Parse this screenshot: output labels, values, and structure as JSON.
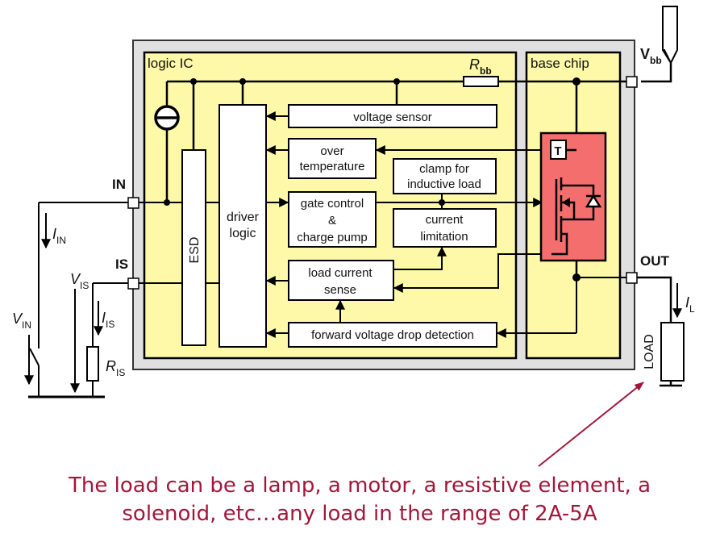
{
  "regions": {
    "logic_ic": "logic IC",
    "base_chip": "base chip"
  },
  "blocks": {
    "voltage_sensor": "voltage sensor",
    "over_temperature": [
      "over",
      "temperature"
    ],
    "clamp": [
      "clamp for",
      "inductive load"
    ],
    "gate_control": [
      "gate control",
      "&",
      "charge pump"
    ],
    "current_limitation": [
      "current",
      "limitation"
    ],
    "load_current_sense": [
      "load current",
      "sense"
    ],
    "forward_voltage": "forward voltage drop detection",
    "driver_logic": [
      "driver",
      "logic"
    ],
    "esd": "ESD",
    "temp_sensor": "T"
  },
  "pins": {
    "in": "IN",
    "is": "IS",
    "out": "OUT",
    "vbb": "V",
    "vbb_sub": "bb"
  },
  "external": {
    "rbb": "R",
    "rbb_sub": "bb",
    "i_in": "I",
    "i_in_sub": "IN",
    "v_is": "V",
    "v_is_sub": "IS",
    "i_is": "I",
    "i_is_sub": "IS",
    "v_in": "V",
    "v_in_sub": "IN",
    "r_is": "R",
    "r_is_sub": "IS",
    "i_l": "I",
    "i_l_sub": "L",
    "load": "LOAD"
  },
  "caption": {
    "line1": "The load can be a lamp, a motor, a resistive element, a",
    "line2": "solenoid, etc…any load in the range of 2A-5A"
  },
  "colors": {
    "package": "#e0e0e0",
    "die": "#fef9a8",
    "power_stage": "#f46e6e",
    "caption": "#a3163a"
  }
}
